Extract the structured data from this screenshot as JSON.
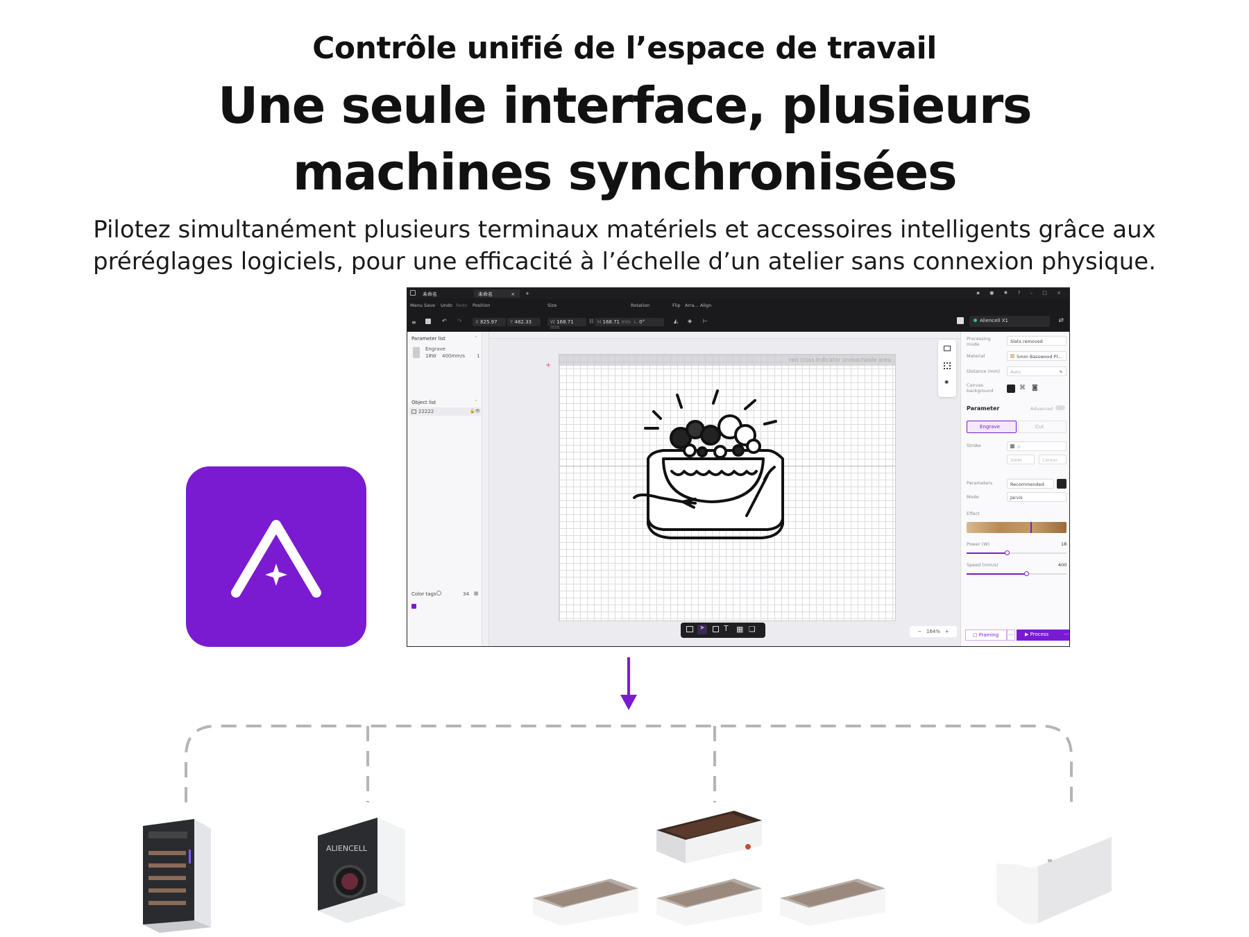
{
  "header": {
    "kicker": "Contrôle unifié de l’espace de travail",
    "title_line1": "Une seule interface, plusieurs",
    "title_line2": "machines synchronisées",
    "description_line1": "Pilotez simultanément plusieurs terminaux matériels et accessoires intelligents grâce aux",
    "description_line2": "préréglages logiciels, pour une efficacité à l’échelle d’un atelier sans connexion physique."
  },
  "colors": {
    "brand": "#7a1bd1",
    "dash": "#b5b5b5"
  },
  "app": {
    "tabs": [
      "未命名",
      "未命名",
      "+"
    ],
    "toolbar": {
      "menu": "Menu",
      "save": "Save",
      "undo": "Undo",
      "redo": "Redo",
      "position_label": "Position",
      "pos_x_label": "X",
      "pos_x": "825.97",
      "pos_y_label": "Y",
      "pos_y": "482.33",
      "size_label": "Size",
      "size_w_label": "W",
      "size_w": "168.71",
      "size_unit": "mm",
      "size_h_label": "H",
      "size_h": "168.71",
      "rotation_label": "Rotation",
      "rotation": "0°",
      "flip": "Flip",
      "arrange": "Arra...",
      "align": "Align",
      "machine": "Aliencell X1"
    },
    "left_panel": {
      "parameter_list": "Parameter list",
      "engrave": "Engrave",
      "power": "18W",
      "speed": "400mm/s",
      "count": "1",
      "object_list": "Object list",
      "object_name": "22222",
      "color_tags": "Color tags",
      "color_tags_count": "34"
    },
    "canvas": {
      "unreachable_label": "red cross indicator unreachable area",
      "zoom": "164%"
    },
    "right_panel": {
      "processing_mode_label": "Processing mode",
      "processing_mode": "Slats removed",
      "material_label": "Material",
      "material": "5mm Basswood Pl...",
      "distance_label": "Distance (mm)",
      "distance": "Auto",
      "canvas_bg_label": "Canvas background",
      "parameter_heading": "Parameter",
      "advanced": "Advanced",
      "engrave_btn": "Engrave",
      "cut_btn": "Cut",
      "stroke_label": "Stroke",
      "stroke_value": "0",
      "stroke_width": "1mm",
      "stroke_align": "Center",
      "parameters_label": "Parameters",
      "parameters_value": "Recommended",
      "mode_label": "Mode",
      "mode_value": "Jarvis",
      "effect_label": "Effect",
      "power_label": "Power (W)",
      "power_value": "18",
      "power_fraction": 0.4,
      "speed_label": "Speed (mm/s)",
      "speed_value": "400",
      "speed_fraction": 0.6,
      "framing": "Framing",
      "process": "Process"
    }
  },
  "devices": [
    {
      "name": "cabinet-accessory"
    },
    {
      "name": "camera-accessory",
      "brand_text": "ALIENCELL"
    },
    {
      "name": "laser-engraver-main"
    },
    {
      "name": "laser-engraver-1"
    },
    {
      "name": "laser-engraver-2"
    },
    {
      "name": "laser-engraver-3"
    },
    {
      "name": "white-enclosure-accessory"
    }
  ]
}
